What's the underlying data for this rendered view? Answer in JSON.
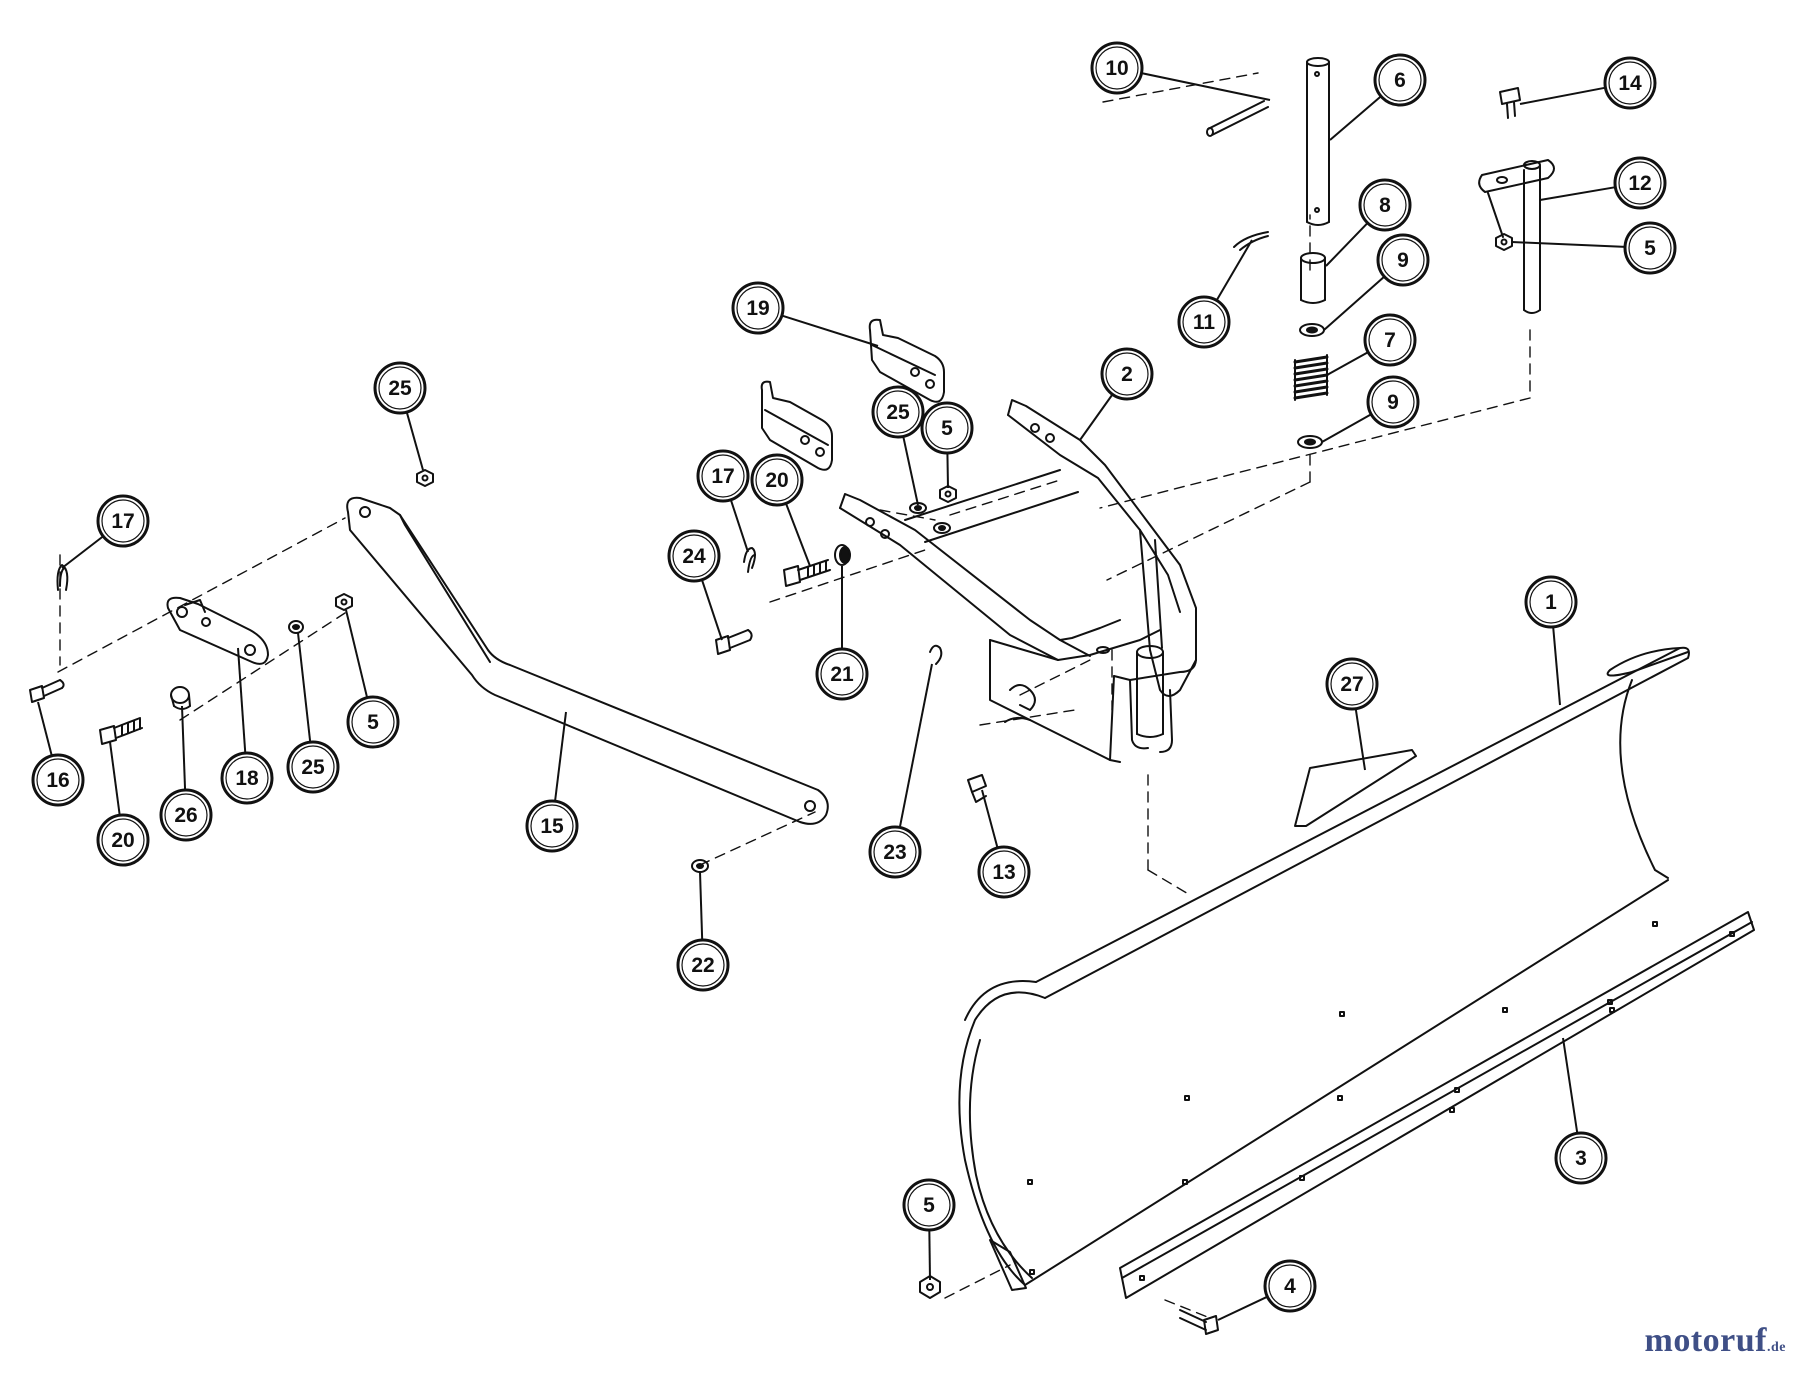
{
  "callouts": [
    {
      "id": "c10",
      "label": "10"
    },
    {
      "id": "c6",
      "label": "6"
    },
    {
      "id": "c14",
      "label": "14"
    },
    {
      "id": "c12",
      "label": "12"
    },
    {
      "id": "c5a",
      "label": "5"
    },
    {
      "id": "c8",
      "label": "8"
    },
    {
      "id": "c9a",
      "label": "9"
    },
    {
      "id": "c11",
      "label": "11"
    },
    {
      "id": "c7",
      "label": "7"
    },
    {
      "id": "c9b",
      "label": "9"
    },
    {
      "id": "c19",
      "label": "19"
    },
    {
      "id": "c2",
      "label": "2"
    },
    {
      "id": "c25a",
      "label": "25"
    },
    {
      "id": "c25b",
      "label": "25"
    },
    {
      "id": "c5b",
      "label": "5"
    },
    {
      "id": "c17a",
      "label": "17"
    },
    {
      "id": "c20a",
      "label": "20"
    },
    {
      "id": "c24",
      "label": "24"
    },
    {
      "id": "c21",
      "label": "21"
    },
    {
      "id": "c17b",
      "label": "17"
    },
    {
      "id": "c1",
      "label": "1"
    },
    {
      "id": "c27",
      "label": "27"
    },
    {
      "id": "c16",
      "label": "16"
    },
    {
      "id": "c18",
      "label": "18"
    },
    {
      "id": "c25c",
      "label": "25"
    },
    {
      "id": "c5c",
      "label": "5"
    },
    {
      "id": "c20b",
      "label": "20"
    },
    {
      "id": "c26",
      "label": "26"
    },
    {
      "id": "c15",
      "label": "15"
    },
    {
      "id": "c23",
      "label": "23"
    },
    {
      "id": "c13",
      "label": "13"
    },
    {
      "id": "c22",
      "label": "22"
    },
    {
      "id": "c3",
      "label": "3"
    },
    {
      "id": "c5d",
      "label": "5"
    },
    {
      "id": "c4",
      "label": "4"
    }
  ],
  "watermark": {
    "brand": "motoruf",
    "tld": ".de"
  },
  "colors": {
    "line": "#111111",
    "watermark": "#3f4f86",
    "background": "#ffffff"
  }
}
